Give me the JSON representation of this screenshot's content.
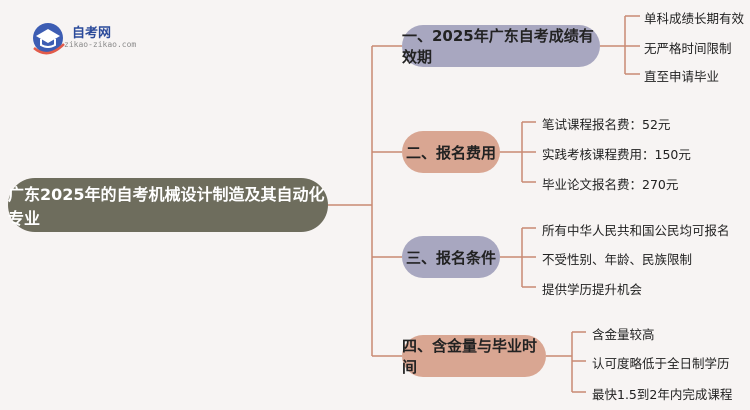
{
  "logo": {
    "name": "自考网",
    "domain": "zikao-zikao.com"
  },
  "root": "广东2025年的自考机械设计制造及其自动化专业",
  "branches": [
    {
      "label": "一、2025年广东自考成绩有效期",
      "color": "#a8a7c0",
      "leaves": [
        "单科成绩长期有效",
        "无严格时间限制",
        "直至申请毕业"
      ]
    },
    {
      "label": "二、报名费用",
      "color": "#d9a692",
      "leaves": [
        "笔试课程报名费：52元",
        "实践考核课程费用：150元",
        "毕业论文报名费：270元"
      ]
    },
    {
      "label": "三、报名条件",
      "color": "#a8a7c0",
      "leaves": [
        "所有中华人民共和国公民均可报名",
        "不受性别、年龄、民族限制",
        "提供学历提升机会"
      ]
    },
    {
      "label": "四、含金量与毕业时间",
      "color": "#d9a692",
      "leaves": [
        "含金量较高",
        "认可度略低于全日制学历",
        "最快1.5到2年内完成课程"
      ]
    }
  ]
}
